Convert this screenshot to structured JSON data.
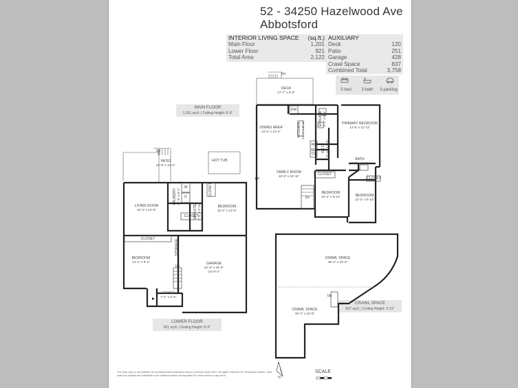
{
  "address": {
    "line1": "52 - 34250 Hazelwood Ave",
    "line2": "Abbotsford"
  },
  "interior": {
    "header": "INTERIOR LIVING SPACE",
    "unit": "(sq.ft.)",
    "rows": [
      {
        "label": "Main Floor",
        "value": "1,201"
      },
      {
        "label": "Lower Floor",
        "value": "921"
      },
      {
        "label": "Total Area",
        "value": "2,122"
      }
    ]
  },
  "auxiliary": {
    "header": "AUXILIARY",
    "rows": [
      {
        "label": "Deck",
        "value": "120"
      },
      {
        "label": "Patio",
        "value": "251"
      },
      {
        "label": "Garage",
        "value": "428"
      },
      {
        "label": "Crawl Space",
        "value": "837"
      },
      {
        "label": "Combined Total",
        "value": "3,758"
      }
    ]
  },
  "amenities": {
    "beds": "5 bed",
    "baths": "3 bath",
    "parking": "3 parking"
  },
  "floor_tags": {
    "main": {
      "title": "MAIN FLOOR",
      "detail": "1,201 sq.ft. | Ceiling Height: 8'-0\""
    },
    "lower": {
      "title": "LOWER FLOOR",
      "detail": "921 sq.ft. | Ceiling Height: 8'-0\""
    },
    "crawl": {
      "title": "CRAWL SPACE",
      "detail": "837 sq.ft. | Ceiling Height: 3'-11\""
    }
  },
  "rooms": {
    "deck": {
      "name": "DECK",
      "dim": "17'-7\" x 6'-9\""
    },
    "dining": {
      "name": "DINING AREA",
      "dim": "13'-3\" x 10'-4\""
    },
    "kitchen": {
      "name": "KITCHEN",
      "dim": "13'-7\" x 8'-11\""
    },
    "ensuite_main": {
      "name": "ENSUITE",
      "dim": "5'-3\" x 8'-0\""
    },
    "primary": {
      "name": "PRIMARY BEDROOM",
      "dim": "14'-5\" x 11'-11\""
    },
    "wic": {
      "name": "W.I.C.",
      "dim": "6'-11\" x 5'-0\""
    },
    "bath_main": {
      "name": "BATH",
      "dim": "8'-8\" x 4'-11\""
    },
    "family": {
      "name": "FAMILY ROOM",
      "dim": "16'-9\" x 12'-11\""
    },
    "bed_main1": {
      "name": "BEDROOM",
      "dim": "10'-3\" x 9'-11\""
    },
    "bed_main2": {
      "name": "BEDROOM",
      "dim": "12'-2\" x 8'-10\""
    },
    "patio": {
      "name": "PATIO",
      "dim": "24'-9\" x 10'-2\""
    },
    "hottub": {
      "name": "HOT TUB"
    },
    "living": {
      "name": "LIVING ROOM",
      "dim": "15'-2\" x 12'-9\""
    },
    "laundry": {
      "name": "LAUNDRY",
      "dim": "11'-5\" x 6'-1\""
    },
    "ensuite_lower": {
      "name": "ENSUITE",
      "dim": "7'-8\" x 4'-11\""
    },
    "bed_lower1": {
      "name": "BEDROOM",
      "dim": "15'-2\" x 13'-6\""
    },
    "bed_lower2": {
      "name": "BEDROOM",
      "dim": "12'-1\" x 9'-1\""
    },
    "storage": {
      "name": "STORAGE"
    },
    "garage": {
      "name": "GARAGE",
      "dim": "22'-3\" x 19'-3\"",
      "ch": "CH 9'-2\""
    },
    "foyer": {
      "name": "FOYER",
      "dim": "7'-1\" x 5'-2\""
    },
    "crawl1": {
      "name": "CRAWL SPACE",
      "dim": "36'-2\" x 15'-3\""
    },
    "crawl2": {
      "name": "CRAWL SPACE",
      "dim": "20'-4\" x 16'-6\""
    }
  },
  "fixtures": {
    "dw": "DW",
    "rf": "RF",
    "cl": "CL",
    "fp": "FP",
    "w": "W",
    "d": "D",
    "closet": "CLOSET",
    "up": "Up",
    "dn": "Dn"
  },
  "footer": {
    "disclaimer": "The floor plan is not suitable for architectural/construction and is covered under E&O. All rights reserved for Virtualized Studio. User shall not publish and distribute such material and/or incorporate it in other works in any form.",
    "north": "N",
    "scale": "SCALE"
  }
}
